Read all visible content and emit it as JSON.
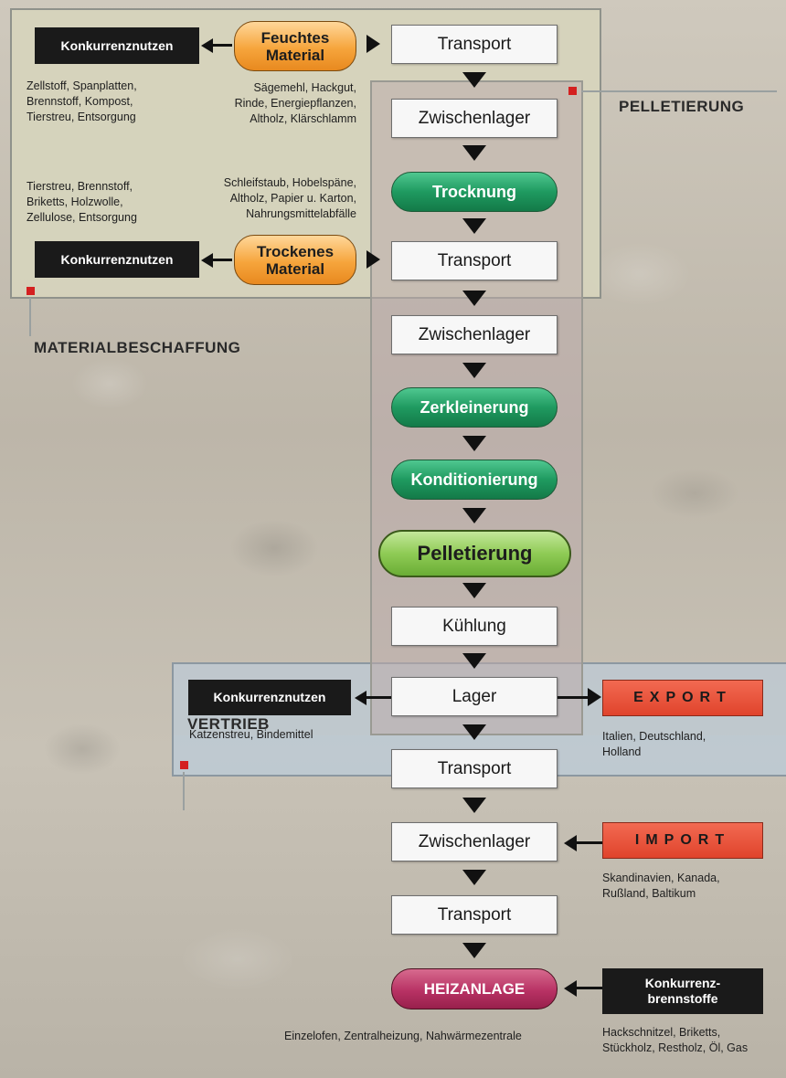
{
  "sections": {
    "materialbeschaffung": "MATERIALBESCHAFFUNG",
    "pelletierung": "PELLETIERUNG",
    "vertrieb": "VERTRIEB"
  },
  "nodes": {
    "transport_1": "Transport",
    "zwischenlager_1": "Zwischenlager",
    "trocknung": "Trocknung",
    "transport_2": "Transport",
    "zwischenlager_2": "Zwischenlager",
    "zerkleinerung": "Zerkleinerung",
    "konditionierung": "Konditionierung",
    "pelletierung": "Pelletierung",
    "kuehlung": "Kühlung",
    "lager": "Lager",
    "transport_3": "Transport",
    "zwischenlager_3": "Zwischenlager",
    "transport_4": "Transport",
    "heizanlage": "HEIZANLAGE",
    "feuchtes_material": "Feuchtes\nMaterial",
    "trockenes_material": "Trockenes\nMaterial",
    "konkurrenznutzen_1": "Konkurrenznutzen",
    "konkurrenznutzen_2": "Konkurrenznutzen",
    "konkurrenznutzen_3": "Konkurrenznutzen",
    "export": "EXPORT",
    "import": "IMPORT",
    "konkurrenzbrennstoffe": "Konkurrenz-\nbrennstoffe"
  },
  "notes": {
    "konkurrenz_1": "Zellstoff, Spanplatten,\nBrennstoff, Kompost,\nTierstreu, Entsorgung",
    "feucht_sources": "Sägemehl, Hackgut,\nRinde, Energiepflanzen,\nAltholz, Klärschlamm",
    "konkurrenz_2": "Tierstreu, Brennstoff,\nBriketts, Holzwolle,\nZellulose, Entsorgung",
    "trocken_sources": "Schleifstaub, Hobelspäne,\nAltholz, Papier u. Karton,\nNahrungsmittelabfälle",
    "konkurrenz_3": "Katzenstreu, Bindemittel",
    "export_countries": "Italien, Deutschland,\nHolland",
    "import_countries": "Skandinavien, Kanada,\nRußland, Baltikum",
    "heizanlage_types": "Einzelofen, Zentralheizung, Nahwärmezentrale",
    "brennstoffe_list": "Hackschnitzel, Briketts,\nStückholz, Restholz, Öl, Gas"
  },
  "colors": {
    "green": "#1f9a60",
    "light_green": "#8fcb55",
    "orange": "#f6a53c",
    "red": "#e0442c",
    "magenta": "#b83264",
    "black": "#1a1a1a"
  }
}
